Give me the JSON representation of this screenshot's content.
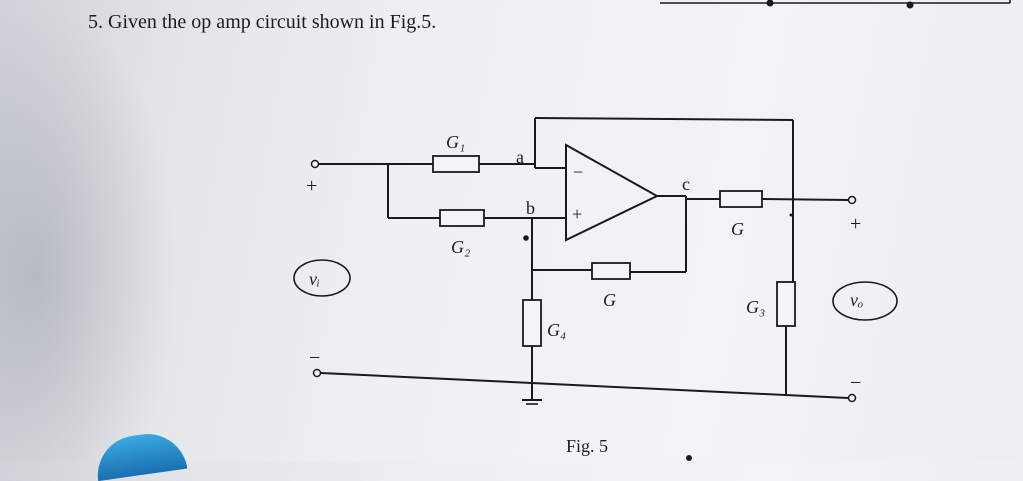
{
  "problem": {
    "text": "5. Given the op amp circuit shown in Fig.5."
  },
  "circuit": {
    "resistors": {
      "g1": "G₁",
      "g2": "G₂",
      "g_out": "G",
      "g_fb": "G",
      "g3": "G₃",
      "g4": "G₄"
    },
    "nodes": {
      "a": "a",
      "b": "b",
      "c": "c"
    },
    "opamp": {
      "minus": "−",
      "plus": "+"
    },
    "input": {
      "plus": "+",
      "minus": "−",
      "label": "vᵢ"
    },
    "output": {
      "plus": "+",
      "minus": "−",
      "label": "vₒ"
    },
    "caption": "Fig. 5"
  }
}
